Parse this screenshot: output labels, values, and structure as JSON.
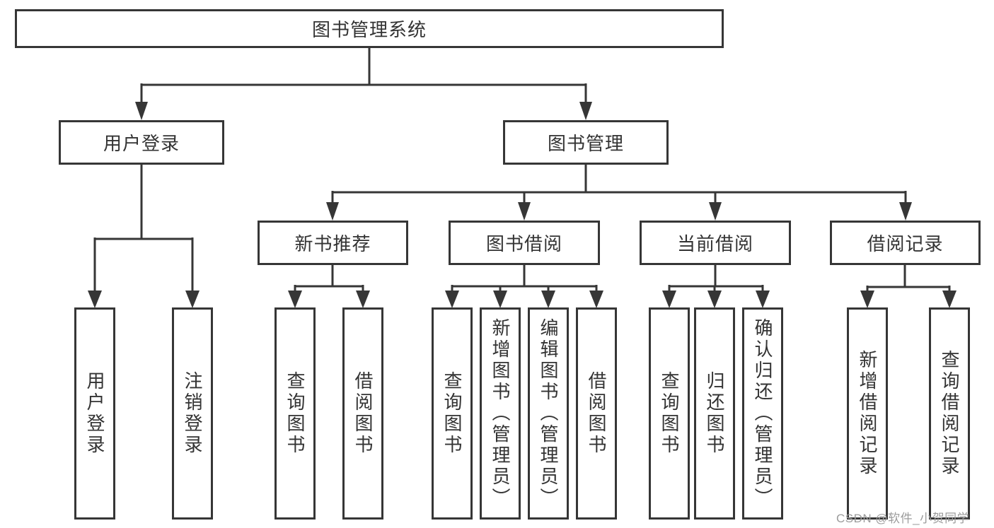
{
  "tree": {
    "label": "图书管理系统",
    "children": [
      {
        "label": "用户登录",
        "children": [
          {
            "label": "用户登录"
          },
          {
            "label": "注销登录"
          }
        ]
      },
      {
        "label": "图书管理",
        "children": [
          {
            "label": "新书推荐",
            "children": [
              {
                "label": "查询图书"
              },
              {
                "label": "借阅图书"
              }
            ]
          },
          {
            "label": "图书借阅",
            "children": [
              {
                "label": "查询图书"
              },
              {
                "label": "新增图书（管理员）"
              },
              {
                "label": "编辑图书（管理员）"
              },
              {
                "label": "借阅图书"
              }
            ]
          },
          {
            "label": "当前借阅",
            "children": [
              {
                "label": "查询图书"
              },
              {
                "label": "归还图书"
              },
              {
                "label": "确认归还（管理员）"
              }
            ]
          },
          {
            "label": "借阅记录",
            "children": [
              {
                "label": "新增借阅记录"
              },
              {
                "label": "查询借阅记录"
              }
            ]
          }
        ]
      }
    ]
  },
  "watermark": "CSDN @软件_小贺同学",
  "colors": {
    "line": "#363636",
    "text": "#333333",
    "watermark_text": "#9c9c9c",
    "background": "#ffffff"
  }
}
